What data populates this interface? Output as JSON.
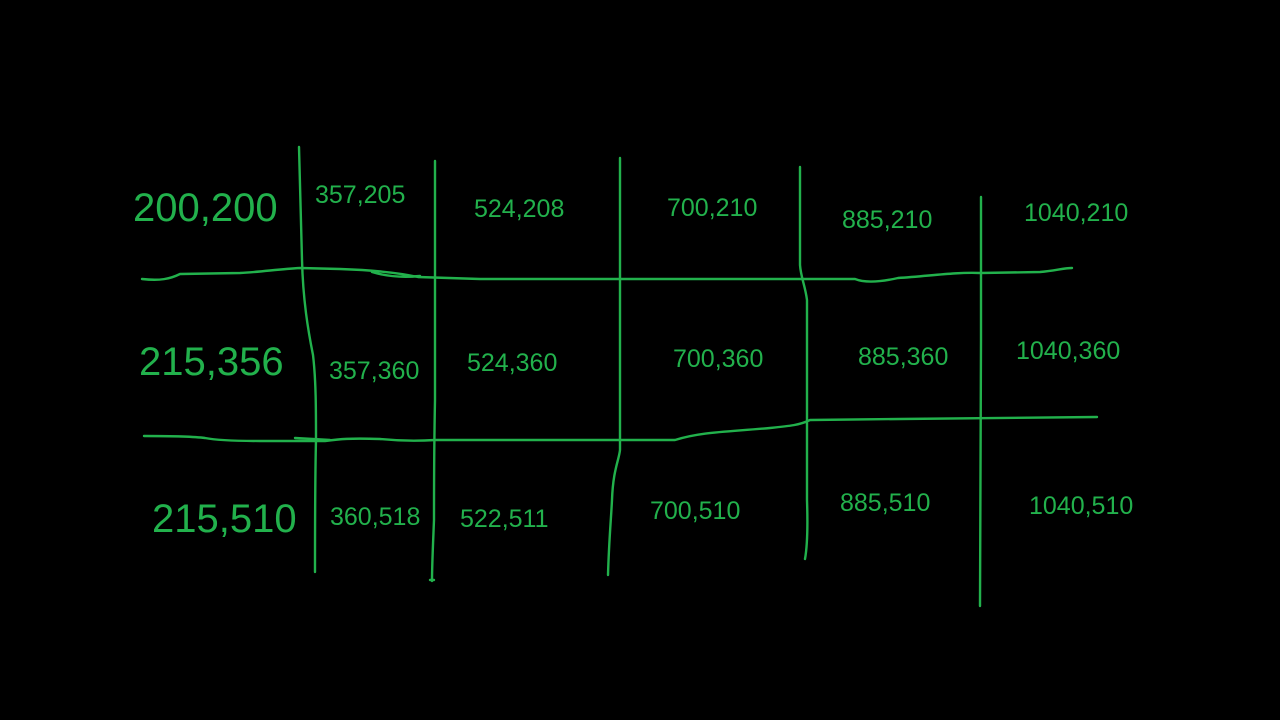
{
  "colors": {
    "background": "#000000",
    "ink": "#22b14c"
  },
  "rows": [
    [
      "200,200",
      "357,205",
      "524,208",
      "700,210",
      "885,210",
      "1040,210"
    ],
    [
      "215,356",
      "357,360",
      "524,360",
      "700,360",
      "885,360",
      "1040,360"
    ],
    [
      "215,510",
      "360,518",
      "522,511",
      "700,510",
      "885,510",
      "1040,510"
    ]
  ]
}
